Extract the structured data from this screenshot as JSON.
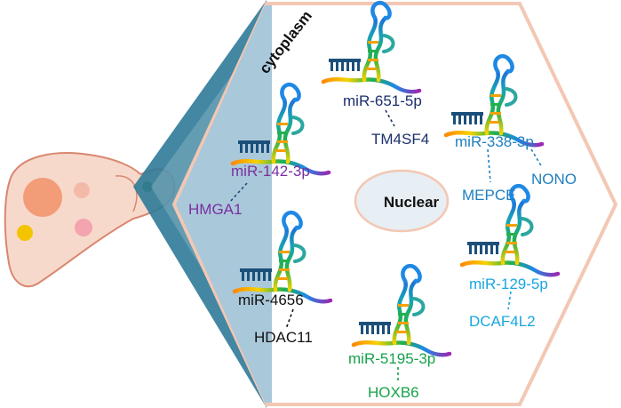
{
  "cytoplasm_label": "cytoplasm",
  "nucleus_label": "Nuclear",
  "pairs": [
    {
      "mirna": "miR-651-5p",
      "target": "TM4SF4",
      "mirna_color": "#1b2f6b",
      "target_color": "#1b2f6b"
    },
    {
      "mirna": "miR-142-3p",
      "target": "HMGA1",
      "mirna_color": "#7b2fa0",
      "target_color": "#7b2fa0"
    },
    {
      "mirna": "miR-338-3p",
      "target": "MEPCE",
      "mirna_color": "#1f7fbf",
      "target_color": "#1f7fbf"
    },
    {
      "mirna": "",
      "target": "NONO",
      "mirna_color": "#1f7fbf",
      "target_color": "#1f7fbf"
    },
    {
      "mirna": "miR-4656",
      "target": "HDAC11",
      "mirna_color": "#111111",
      "target_color": "#111111"
    },
    {
      "mirna": "miR-129-5p",
      "target": "DCAF4L2",
      "mirna_color": "#19a6e0",
      "target_color": "#19a6e0"
    },
    {
      "mirna": "miR-5195-3p",
      "target": "HOXB6",
      "mirna_color": "#16a34a",
      "target_color": "#16a34a"
    }
  ],
  "colors": {
    "hexagon_border": "#f3c7b3",
    "cytoplasm_fill": "#a9c8da",
    "beam_fill": "#2f7a98",
    "liver_fill": "#f7d9cc",
    "liver_outline": "#d9876f",
    "nucleus_fill": "#e7eef4",
    "nucleus_outline": "#f3c7b3"
  },
  "icons": [
    "liver-icon",
    "mirna-hairpin-icon",
    "nucleus-icon"
  ]
}
